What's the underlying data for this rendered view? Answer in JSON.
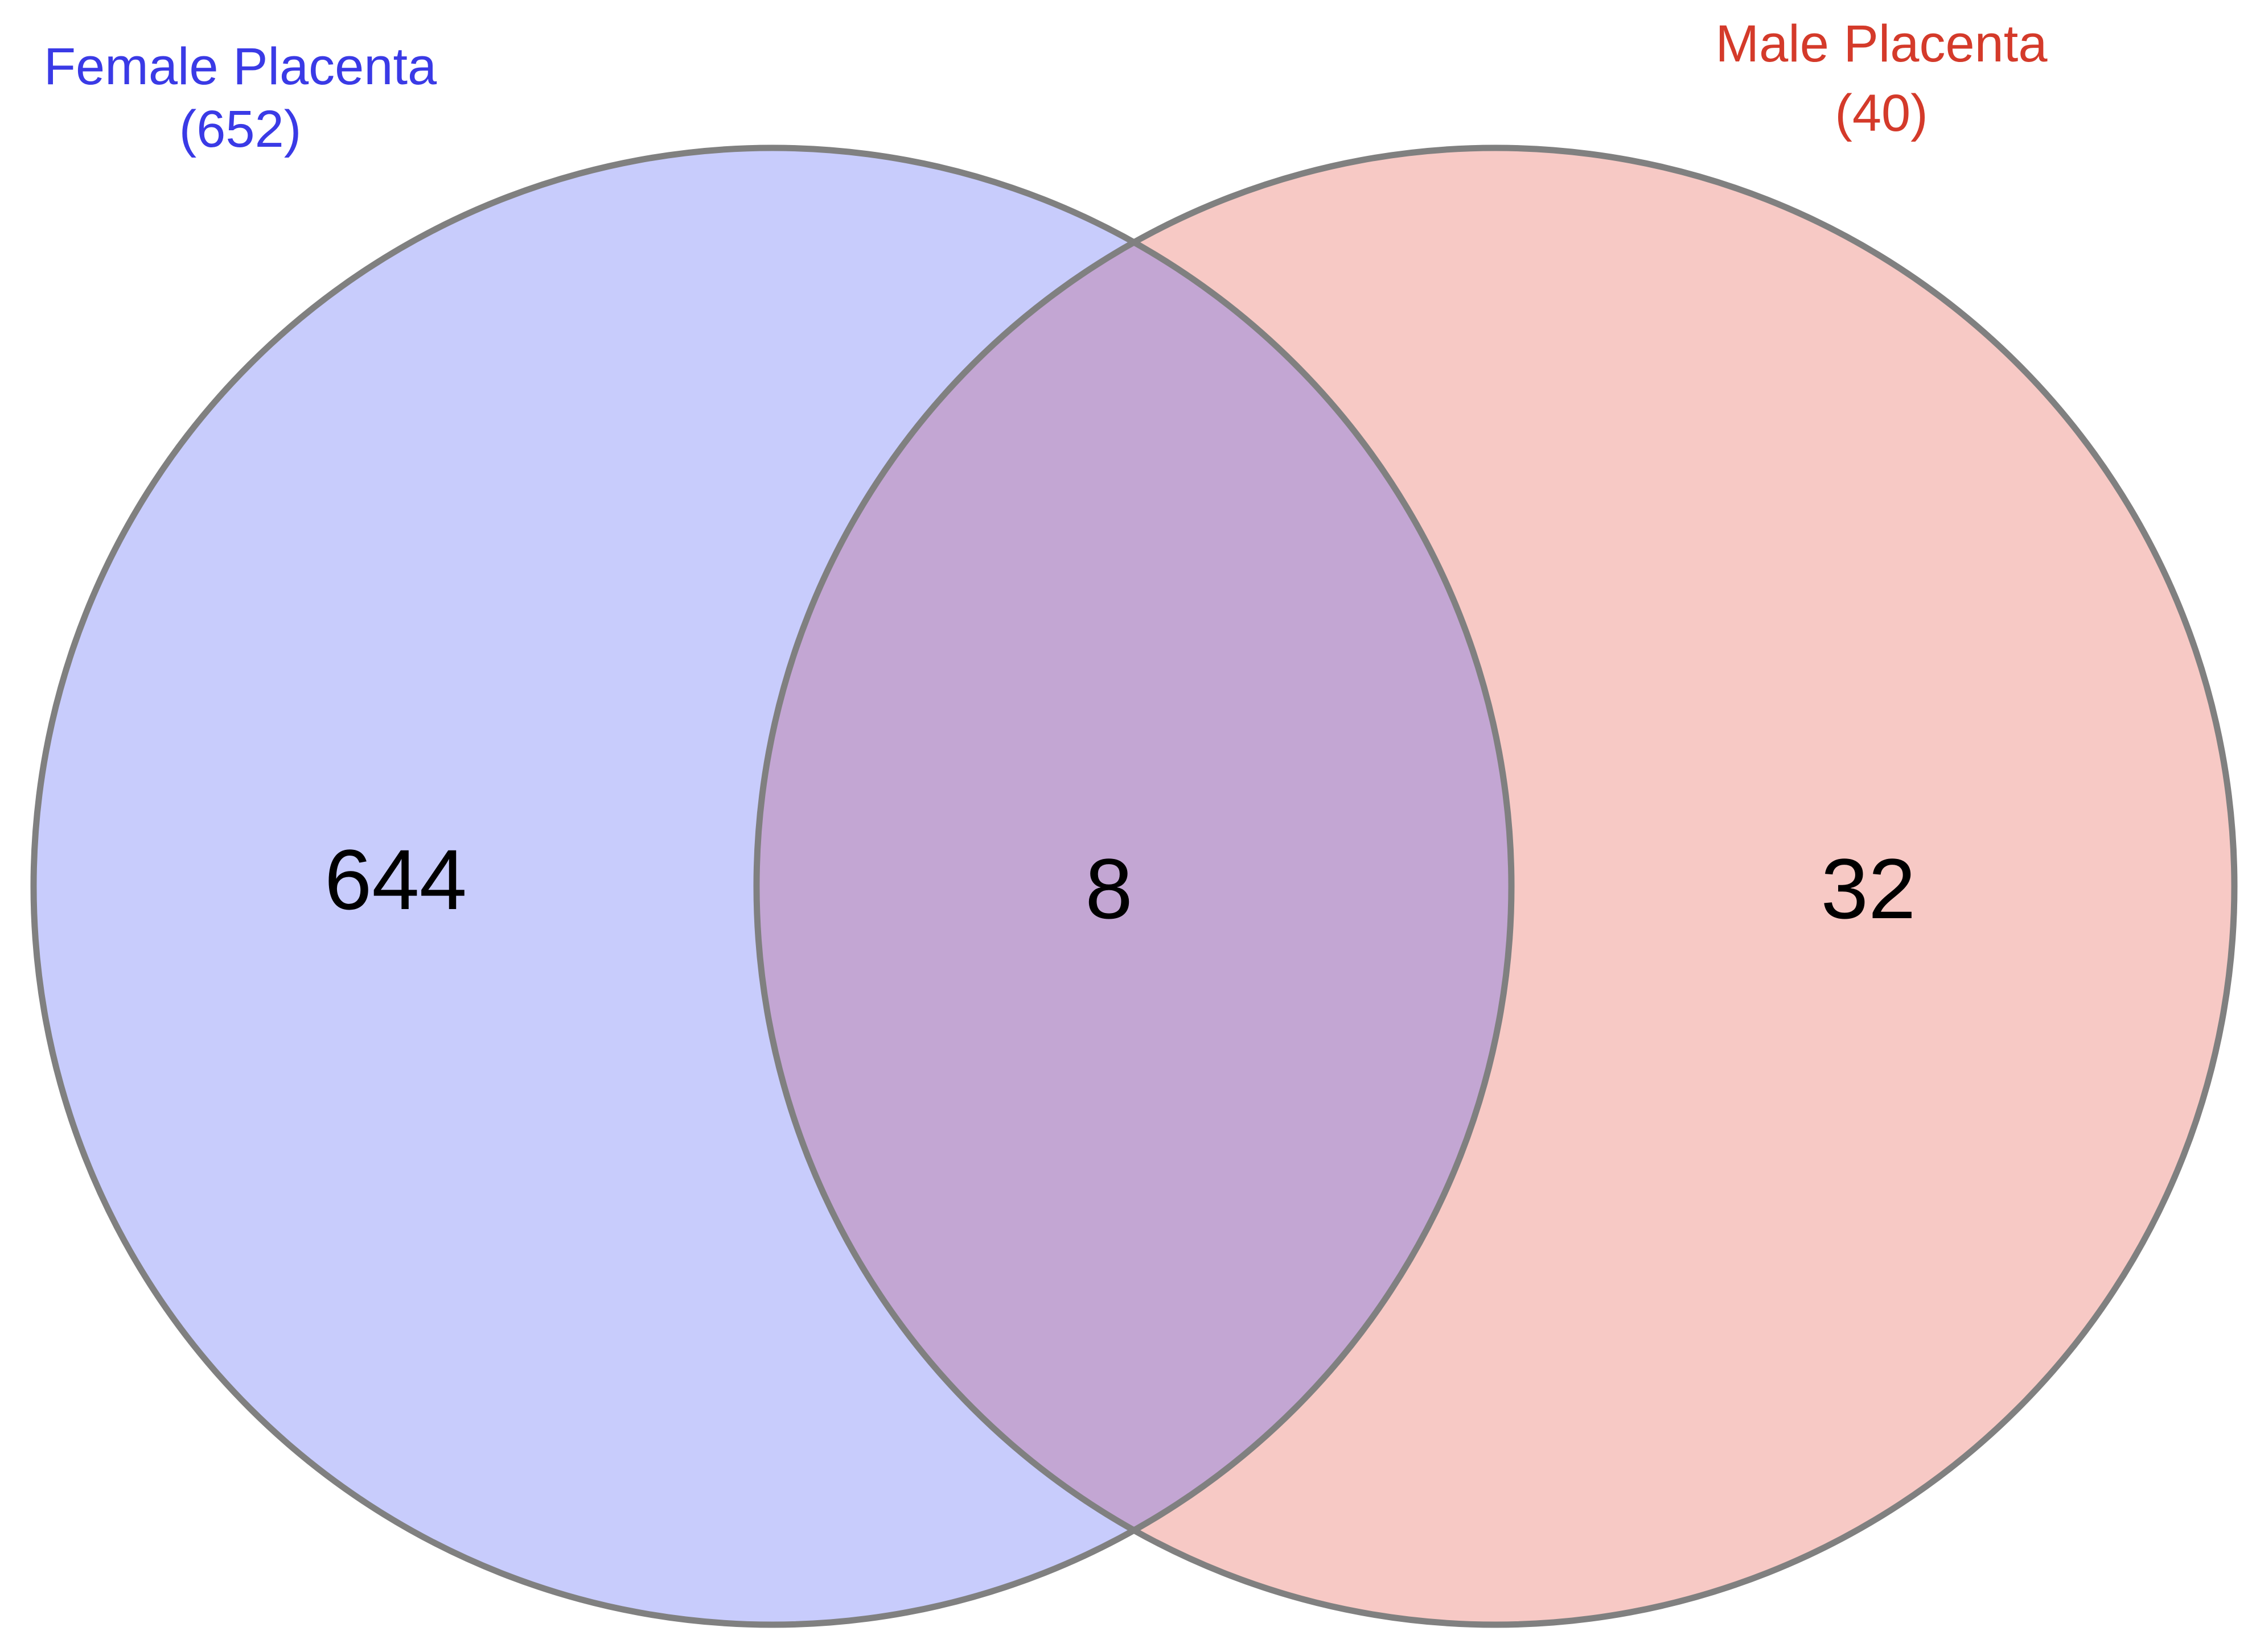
{
  "diagram": {
    "type": "venn",
    "sets": [
      {
        "name": "Female Placenta",
        "total": "(652)",
        "color": "#3a3ae6",
        "fill": "#c8ccfc"
      },
      {
        "name": "Male Placenta",
        "total": "(40)",
        "color": "#d43a2a",
        "fill": "#f7c9c5"
      }
    ],
    "regions": {
      "female_only": "644",
      "overlap": "8",
      "male_only": "32"
    },
    "colors": {
      "outline": "#808080",
      "overlap_fill": "#c3a6d3"
    }
  }
}
